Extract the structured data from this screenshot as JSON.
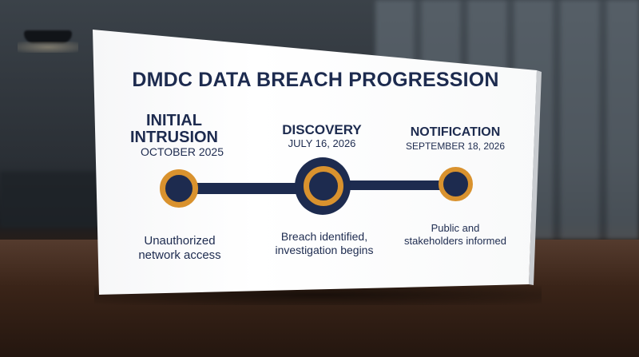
{
  "title": "DMDC DATA BREACH PROGRESSION",
  "stages": [
    {
      "name_line1": "INITIAL",
      "name_line2": "INTRUSION",
      "date": "OCTOBER 2025",
      "desc_line1": "Unauthorized",
      "desc_line2": "network access"
    },
    {
      "name": "DISCOVERY",
      "date": "JULY 16, 2026",
      "desc_line1": "Breach identified,",
      "desc_line2": "investigation begins"
    },
    {
      "name": "NOTIFICATION",
      "date": "SEPTEMBER 18, 2026",
      "desc_line1": "Public and",
      "desc_line2": "stakeholders informed"
    }
  ],
  "colors": {
    "navy": "#1d2b4f",
    "accent": "#d9922e"
  }
}
